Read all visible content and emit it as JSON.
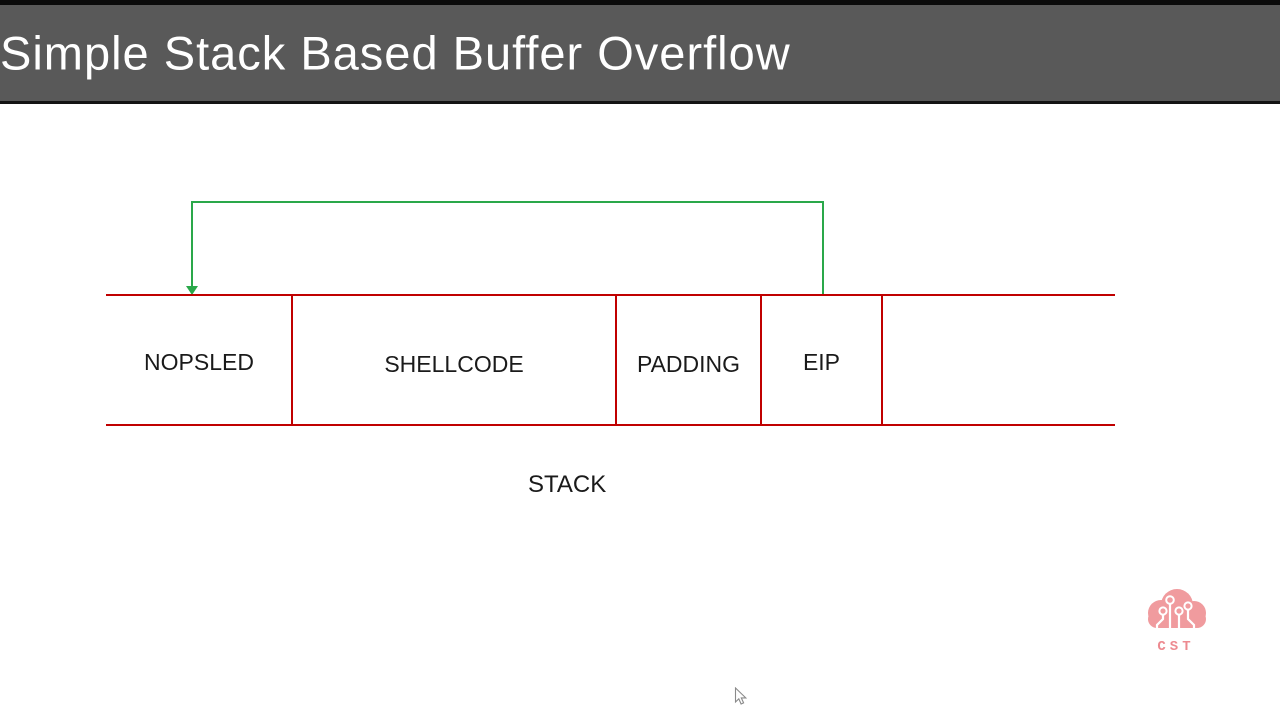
{
  "header": {
    "title": "Simple Stack Based Buffer Overflow"
  },
  "diagram": {
    "type": "stack-memory-layout",
    "cells": [
      {
        "label": "NOPSLED"
      },
      {
        "label": "SHELLCODE"
      },
      {
        "label": "PADDING"
      },
      {
        "label": "EIP"
      },
      {
        "label": ""
      }
    ],
    "stack_label": "STACK",
    "arrow_icon": "return-arrow-eip-to-nopsled-icon"
  },
  "logo": {
    "text": "CST",
    "icon": "circuit-cloud-icon"
  },
  "cursor_icon": "mouse-pointer-icon",
  "colors": {
    "header_bg": "#595959",
    "title_text": "#ffffff",
    "stack_border": "#c00000",
    "arrow_green": "#2aa84a",
    "logo_salmon": "#f09b9e",
    "logo_text_salmon": "#ed8a90"
  }
}
